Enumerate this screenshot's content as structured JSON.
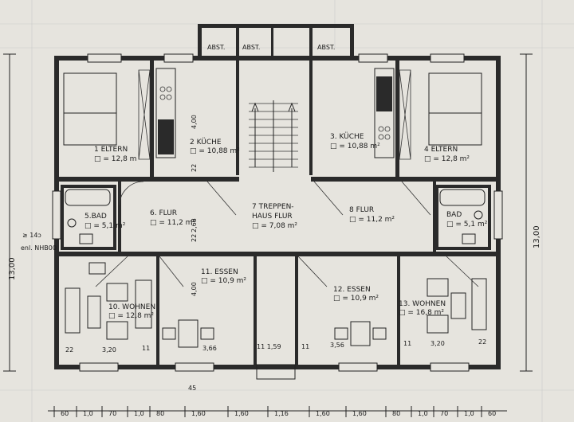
{
  "rooms": {
    "eltern_left": {
      "name": "1 ELTERN",
      "area": "□ = 12,8 m"
    },
    "kueche_left": {
      "name": "2 KÜCHE",
      "area": "□ = 10,88 m²"
    },
    "kueche_right": {
      "name": "3. KÜCHE",
      "area": "□ = 10,88 m²"
    },
    "eltern_right": {
      "name": "4 ELTERN",
      "area": "□ = 12,8 m²"
    },
    "bad_left": {
      "name": "5.BAD",
      "area": "□ = 5,1 m²"
    },
    "flur_left": {
      "name": "6. FLUR",
      "area": "□ = 11,2 m²"
    },
    "treppenhaus": {
      "name": "7 TREPPEN-",
      "name2": "HAUS FLUR",
      "area": "□ = 7,08 m²"
    },
    "flur_right": {
      "name": "8 FLUR",
      "area": "□ = 11,2 m²"
    },
    "bad_right": {
      "name": "BAD",
      "area": "□ = 5,1 m²"
    },
    "wohnen_left": {
      "name": "10. WOHNEN",
      "area": "□ = 12,8 m²"
    },
    "essen_left": {
      "name": "11. ESSEN",
      "area": "□ = 10,9 m²"
    },
    "essen_right": {
      "name": "12. ESSEN",
      "area": "□ = 10,9 m²"
    },
    "wohnen_right": {
      "name": "13. WOHNEN",
      "area": "□ = 16,8 m²"
    }
  },
  "storage_labels": [
    "ABST.",
    "ABST.",
    "ABST."
  ],
  "dimensions": {
    "right_total": "13,00",
    "left_total": "13,00",
    "left_note_1": "≥ 14ɔ",
    "left_note_2": "enl. NHB00",
    "v_400_top": "4,00",
    "v_22_a": "22",
    "v_22_b": "22",
    "v_268": "2,68",
    "v_400_bottom": "4,00",
    "h_22_left": "22",
    "h_320_left": "3,20",
    "h_11_a": "11",
    "h_366": "3,66",
    "h_11_159": "11 1,59",
    "h_11_b": "11",
    "h_356": "3,56",
    "h_11_c": "11",
    "h_320_right": "3,20",
    "h_22_right": "22",
    "h_45": "45",
    "bottom_chain": [
      "60",
      "1,0",
      "70",
      "1,0",
      "80",
      "1,60",
      "1,60",
      "1,16",
      "1,60",
      "1,60",
      "80",
      "1,0",
      "70",
      "1,0",
      "60"
    ]
  },
  "colors": {
    "paper": "#e6e4de",
    "ink": "#222222",
    "wall": "#2a2a2a"
  }
}
